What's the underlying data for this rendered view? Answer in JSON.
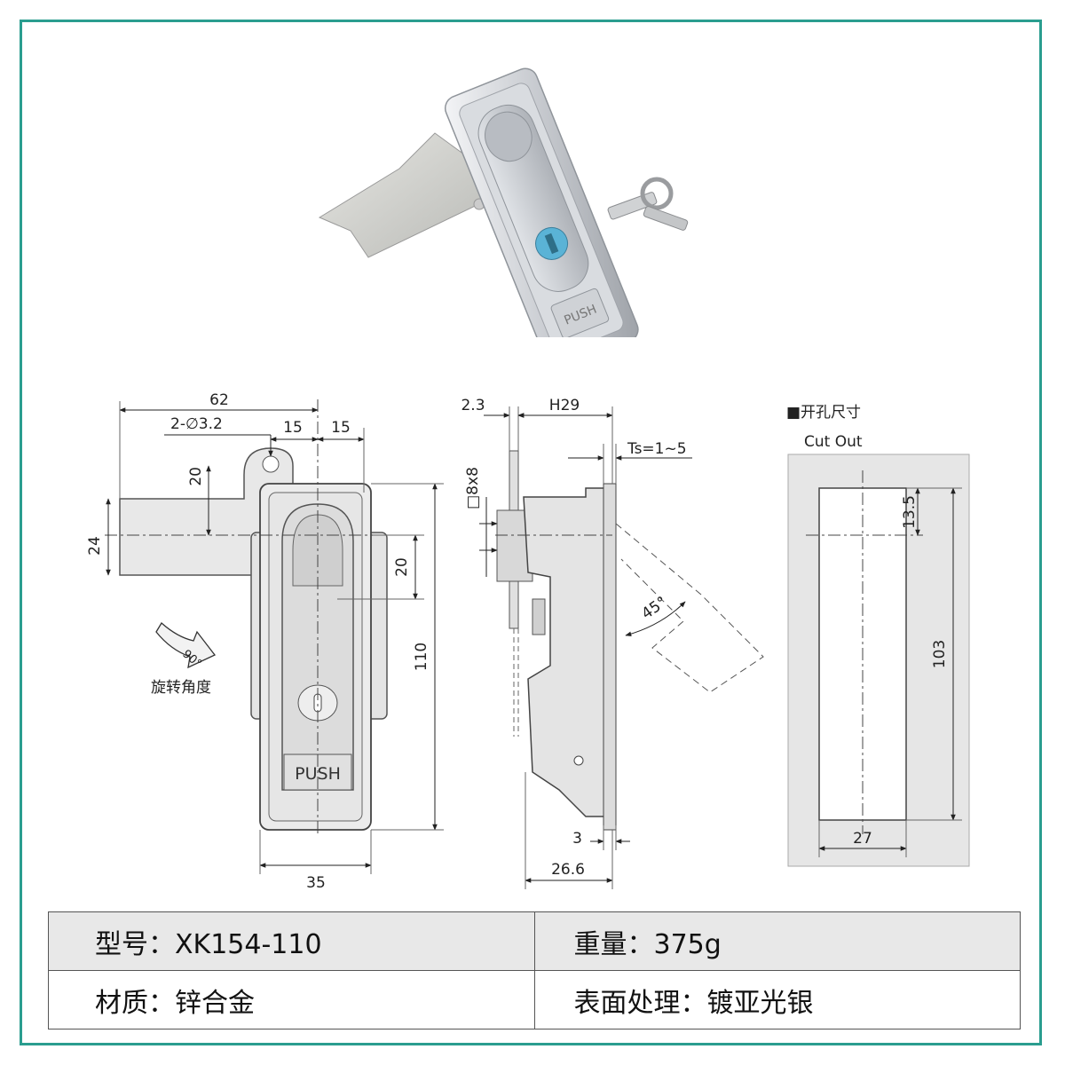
{
  "product_photo": {
    "push_text": "PUSH"
  },
  "front_view": {
    "dim_width_total": "62",
    "dim_holes": "2-∅3.2",
    "dim_15_a": "15",
    "dim_15_b": "15",
    "dim_20_top": "20",
    "dim_24": "24",
    "dim_20_right": "20",
    "dim_110": "110",
    "dim_35": "35",
    "push_text": "PUSH",
    "rotation_angle": "90°",
    "rotation_label": "旋转角度"
  },
  "side_view": {
    "dim_2_3": "2.3",
    "dim_h29": "H29",
    "dim_ts": "Ts=1~5",
    "dim_square": "□8x8",
    "dim_angle": "45°",
    "dim_3": "3",
    "dim_26_6": "26.6"
  },
  "cutout": {
    "title_cn": "■开孔尺寸",
    "title_en": "Cut Out",
    "dim_13_5": "13.5",
    "dim_103": "103",
    "dim_27": "27"
  },
  "specs": {
    "model": "型号：XK154-110",
    "weight": "重量：375g",
    "material": "材质：锌合金",
    "finish": "表面处理：镀亚光银"
  }
}
